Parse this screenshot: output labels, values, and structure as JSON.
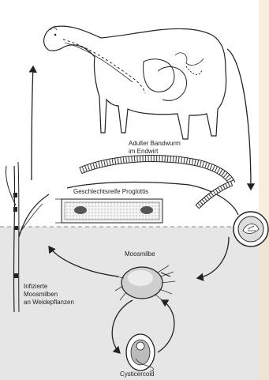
{
  "labels": {
    "adult_tapeworm_line1": "Adulter Bandwurm",
    "adult_tapeworm_line2": "im Endwirt",
    "proglottid": "Geschlechtsreife Proglottis",
    "mite": "Moosmilbe",
    "infected_line1": "Infizierte",
    "infected_line2": "Moosmilben",
    "infected_line3": "an Weidepflanzen",
    "cysticercoid": "Cysticercoid"
  },
  "colors": {
    "upper_background": "#ffffff",
    "lower_background": "#e6e6e6",
    "ink": "#222222",
    "page_edge": "#f3e2c8"
  }
}
